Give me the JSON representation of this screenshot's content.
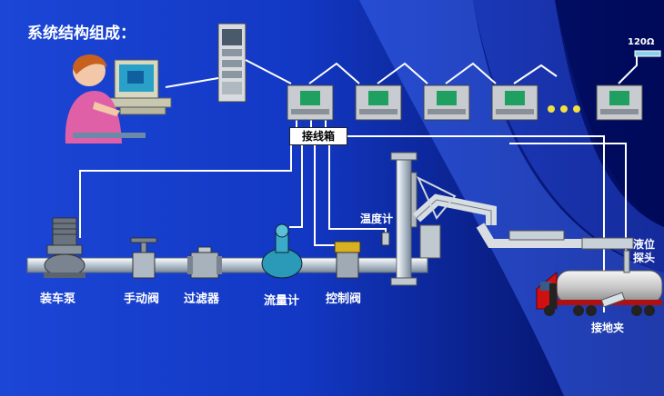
{
  "title": "系统结构组成：",
  "terminator": "120Ω",
  "junction_box": "接线箱",
  "labels": {
    "pump": "装车泵",
    "manual_valve": "手动阀",
    "filter": "过滤器",
    "flow_meter": "流量计",
    "control_valve": "控制阀",
    "thermometer": "温度计",
    "level_probe": "液位探头",
    "ground_clamp": "接地夹"
  },
  "controllers": 5,
  "colors": {
    "bg_dark": "#0a1a6e",
    "bg_mid": "#1a4ad8",
    "bg_light": "#3c6cf0",
    "wire": "#ffffff",
    "pipe": "#cfd8e0",
    "truck_red": "#d01010"
  }
}
